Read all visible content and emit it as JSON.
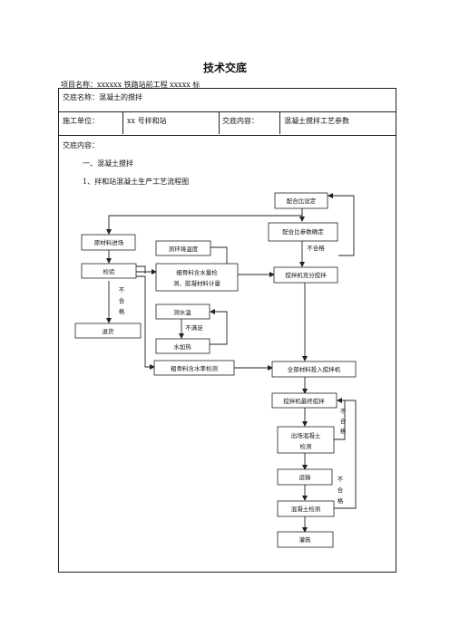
{
  "doc": {
    "title": "技术交底",
    "project": "项目名称：xxxxxx 铁路站前工程 xxxxx 标",
    "disclosure_name": "交底名称：混凝土的搅拌",
    "unit_label": "施工单位：",
    "unit_value": "xx 号拌和站",
    "content_label": "交底内容：",
    "content_value": "混凝土搅拌工艺参数",
    "body_label": "交底内容：",
    "section1": "一、混凝土搅拌",
    "section1_1": "1、拌和站混凝土生产工艺流程图"
  },
  "flow": {
    "mix_design": "配合比设定",
    "params_confirm": "配合比参数确定",
    "unqualified_1": "不合格",
    "raw_material": "原材料进场",
    "ambient_temp": "测环境温度",
    "inspect": "检验",
    "aggregate_test_l1": "细骨料含水量检",
    "aggregate_test_l2": "测、胶凝材料计量",
    "mixer_full": "搅拌机充分搅拌",
    "reject_label_1": "不",
    "reject_label_2": "合",
    "reject_label_3": "格",
    "water_temp": "测水温",
    "not_satisfied": "不满足",
    "return_goods": "退货",
    "water_heat": "水加热",
    "coarse_water_test": "粗骨料含水率检测",
    "all_into_mixer": "全部材料投入搅拌机",
    "final_mix": "搅拌机最终搅拌",
    "unq2_1": "不",
    "unq2_2": "合",
    "unq2_3": "格",
    "outgoing_l1": "出场混凝土",
    "outgoing_l2": "检测",
    "transport": "运输",
    "unq3_1": "不",
    "unq3_2": "合",
    "unq3_3": "格",
    "concrete_test": "混凝土检测",
    "pouring": "灌筑"
  }
}
